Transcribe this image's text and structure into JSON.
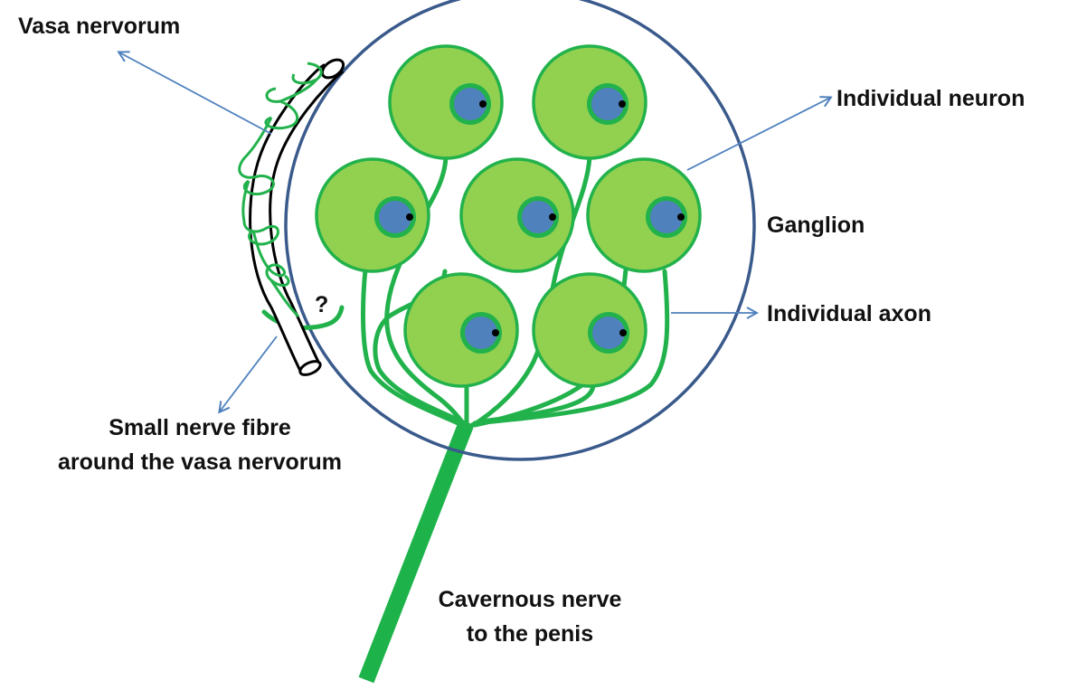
{
  "labels": {
    "vasa_nervorum": "Vasa nervorum",
    "individual_neuron": "Individual neuron",
    "ganglion": "Ganglion",
    "individual_axon": "Individual axon",
    "small_fibre_line1": "Small nerve fibre",
    "small_fibre_line2": "around the vasa nervorum",
    "cavernous_line1": "Cavernous nerve",
    "cavernous_line2": "to the penis",
    "question_mark": "?"
  },
  "colors": {
    "ganglion_outline": "#3a5a8c",
    "neuron_fill": "#92d050",
    "neuron_outline": "#22b24c",
    "nucleus_fill": "#4f81bd",
    "nucleolus": "#000000",
    "axon": "#22b24c",
    "nerve_trunk": "#1db34a",
    "arrow": "#4f81bd",
    "vessel_outline": "#000000"
  }
}
